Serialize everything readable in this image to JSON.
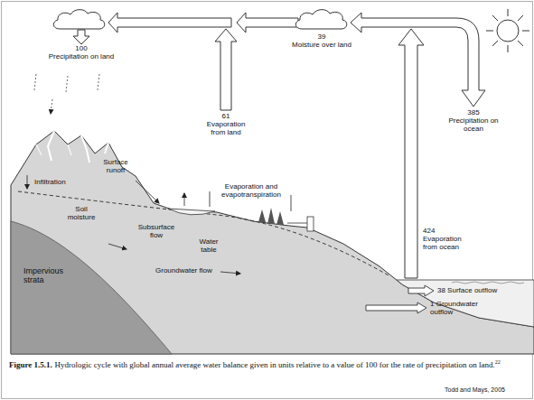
{
  "diagram": {
    "caption": "Hydrologic cycle with global annual average water balance given in units relative to a value of 100 for the rate of precipitation on land.",
    "labels": [
      "100",
      "Precipitation on land",
      "39",
      "Moisture over land",
      "61",
      "Evaporation from land",
      "385",
      "Precipitation on ocean",
      "Surface runoff",
      "Infiltration",
      "Evaporation and evapotranspiration",
      "Soil moisture",
      "Subsurface flow",
      "Water table",
      "424",
      "Evaporation from ocean",
      "Impervious strata",
      "Groundwater flow",
      "38 Surface outflow",
      "1 Groundwater outflow",
      "Figure 1.5.1.",
      "22",
      "Todd and Mays, 2005"
    ]
  }
}
